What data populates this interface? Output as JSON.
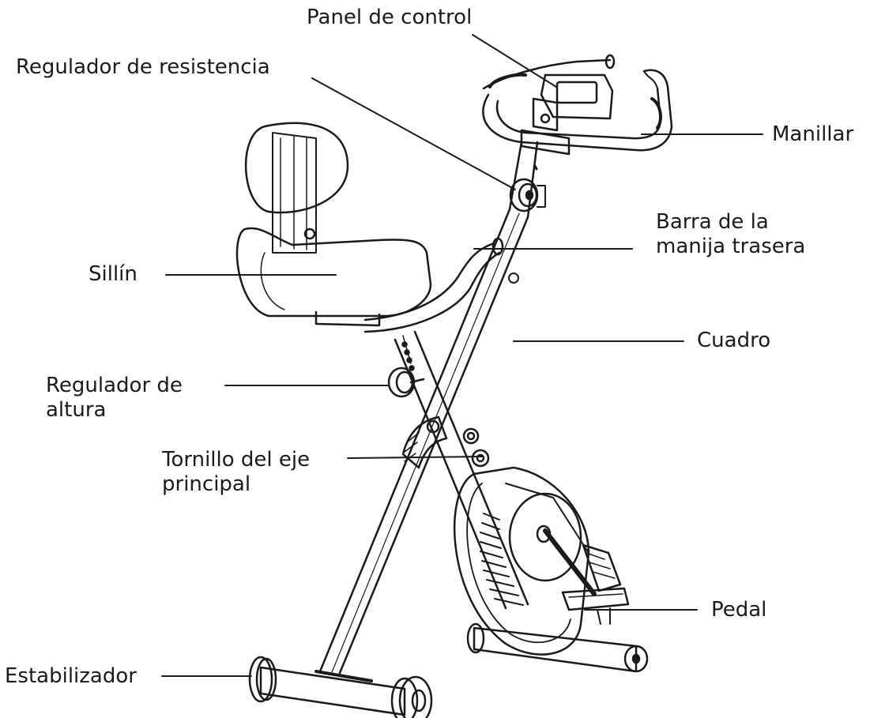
{
  "labels": {
    "panel_control": "Panel de control",
    "regulador_resistencia": "Regulador de resistencia",
    "manillar": "Manillar",
    "barra_line1": "Barra de la",
    "barra_line2": "manija trasera",
    "sillin": "Sillín",
    "cuadro": "Cuadro",
    "regulador_altura_line1": "Regulador de",
    "regulador_altura_line2": "altura",
    "tornillo_line1": "Tornillo del eje",
    "tornillo_line2": "principal",
    "pedal": "Pedal",
    "estabilizador": "Estabilizador"
  },
  "colors": {
    "ink": "#1a1a1a",
    "background": "#ffffff"
  }
}
